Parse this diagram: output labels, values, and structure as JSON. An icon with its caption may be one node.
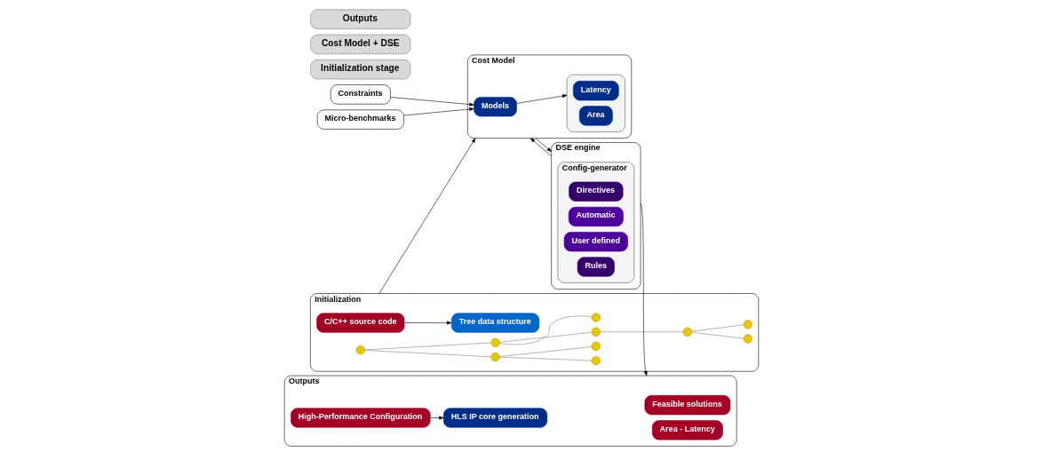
{
  "diagram": {
    "nodes": [
      {
        "text": [
          "Micro-benchmarks"
        ]
      },
      {
        "text": [
          "Constraints"
        ]
      },
      {
        "text": [
          "Initialization"
        ]
      },
      {
        "text": [
          "C/C++ source code"
        ],
        "in": 2
      },
      {
        "text": [
          "Tree data structure"
        ],
        "in": 2
      },
      {
        "text": [],
        "shape": "circle",
        "in": 2
      },
      {
        "text": [],
        "shape": "circle",
        "in": 2
      },
      {
        "text": [],
        "shape": "circle",
        "in": 2
      },
      {
        "text": [],
        "shape": "circle",
        "in": 2
      },
      {
        "text": [],
        "shape": "circle",
        "in": 2
      },
      {
        "text": [],
        "shape": "circle",
        "in": 2
      },
      {
        "text": [],
        "shape": "circle",
        "in": 2
      },
      {
        "text": [],
        "shape": "circle",
        "in": 2
      },
      {
        "text": [],
        "shape": "circle",
        "in": 2
      },
      {
        "text": [],
        "shape": "circle",
        "in": 2
      },
      {
        "text": [
          "Cost Model"
        ]
      },
      {
        "text": [
          "Models"
        ],
        "in": 15
      },
      {
        "text": [],
        "shape": "box",
        "in": 15
      },
      {
        "text": [
          "Latency"
        ],
        "in": 17
      },
      {
        "text": [
          "Area"
        ],
        "in": 17
      },
      {
        "text": [
          "DSE engine"
        ]
      },
      {
        "text": [
          "Config-generator"
        ],
        "in": 20
      },
      {
        "text": [
          "Directives"
        ],
        "in": 21
      },
      {
        "text": [
          "Automatic"
        ],
        "in": 21
      },
      {
        "text": [
          "User defined"
        ],
        "in": 21
      },
      {
        "text": [
          "Rules"
        ],
        "in": 21
      },
      {
        "text": [
          "Outputs"
        ]
      },
      {
        "text": [
          "Feasible solutions"
        ],
        "in": 26
      },
      {
        "text": [
          "Area - Latency"
        ],
        "in": 26
      },
      {
        "text": [
          "High-Performance Configuration"
        ],
        "in": 26
      },
      {
        "text": [
          "HLS IP core generation"
        ],
        "in": 26
      },
      {
        "text": [
          "Initialization stage"
        ]
      },
      {
        "text": [
          "Cost Model + DSE"
        ]
      },
      {
        "text": [
          "Outputs"
        ]
      }
    ],
    "edges": [
      {
        "from": 0,
        "to": 16,
        "arrow": "to"
      },
      {
        "from": 1,
        "to": 16,
        "arrow": "to"
      },
      {
        "from": 3,
        "to": 4,
        "arrow": "to"
      },
      {
        "from": 5,
        "to": 6,
        "arrow": "none",
        "color": "#808080"
      },
      {
        "from": 5,
        "to": 7,
        "arrow": "none",
        "color": "#808080"
      },
      {
        "from": 6,
        "to": 8,
        "arrow": "none",
        "color": "#808080"
      },
      {
        "from": 6,
        "to": 9,
        "arrow": "none",
        "color": "#808080"
      },
      {
        "from": 7,
        "to": 10,
        "arrow": "none",
        "color": "#808080"
      },
      {
        "from": 7,
        "to": 11,
        "arrow": "none",
        "color": "#808080"
      },
      {
        "from": 10,
        "to": 12,
        "arrow": "none",
        "color": "#808080"
      },
      {
        "from": 12,
        "to": 13,
        "arrow": "none",
        "color": "#808080"
      },
      {
        "from": 12,
        "to": 14,
        "arrow": "none",
        "color": "#808080"
      },
      {
        "from": 16,
        "to": 17,
        "arrow": "to"
      },
      {
        "from": 2,
        "to": 15,
        "arrow": "to"
      },
      {
        "from": 15,
        "to": 20,
        "arrow": "to"
      },
      {
        "from": 20,
        "to": 26,
        "arrow": "to"
      },
      {
        "from": 20,
        "to": 15,
        "arrow": "to"
      },
      {
        "from": 29,
        "to": 30,
        "arrow": "to"
      }
    ]
  }
}
